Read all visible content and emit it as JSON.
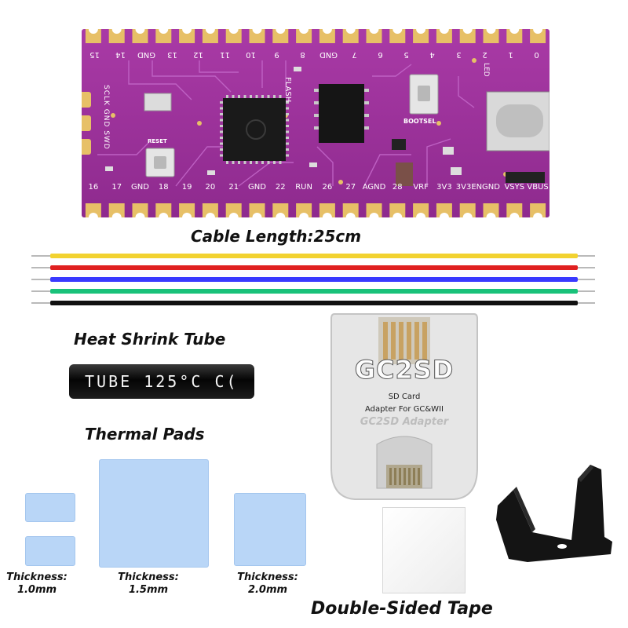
{
  "board": {
    "top_pins": [
      "15",
      "14",
      "GND",
      "13",
      "12",
      "11",
      "10",
      "9",
      "8",
      "GND",
      "7",
      "6",
      "5",
      "4",
      "3",
      "2",
      "1",
      "0"
    ],
    "bottom_pins": [
      "16",
      "17",
      "GND",
      "18",
      "19",
      "20",
      "21",
      "GND",
      "22",
      "RUN",
      "26",
      "27",
      "AGND",
      "28",
      "VRF",
      "3V3",
      "3V3EN",
      "GND",
      "VSYS",
      "VBUS"
    ],
    "bootsel": "BOOTSEL",
    "reset": "RESET",
    "debug": "SCLK GND SWD",
    "flash": "FLASH",
    "led": "LED"
  },
  "cable": {
    "caption": "Cable Length:25cm",
    "colors": [
      "#f2d230",
      "#e02020",
      "#3a3aff",
      "#19c27a",
      "#111111"
    ]
  },
  "heat_shrink": {
    "caption": "Heat Shrink Tube",
    "print": "TUBE 125°C  C("
  },
  "adapter": {
    "brand": "GC2SD",
    "line1": "SD Card",
    "line2": "Adapter For GC&WII",
    "line3": "GC2SD Adapter"
  },
  "thermal": {
    "caption": "Thermal Pads",
    "thickness_label": "Thickness:",
    "t1": "1.0mm",
    "t2": "1.5mm",
    "t3": "2.0mm"
  },
  "tape": {
    "caption": "Double-Sided Tape"
  }
}
